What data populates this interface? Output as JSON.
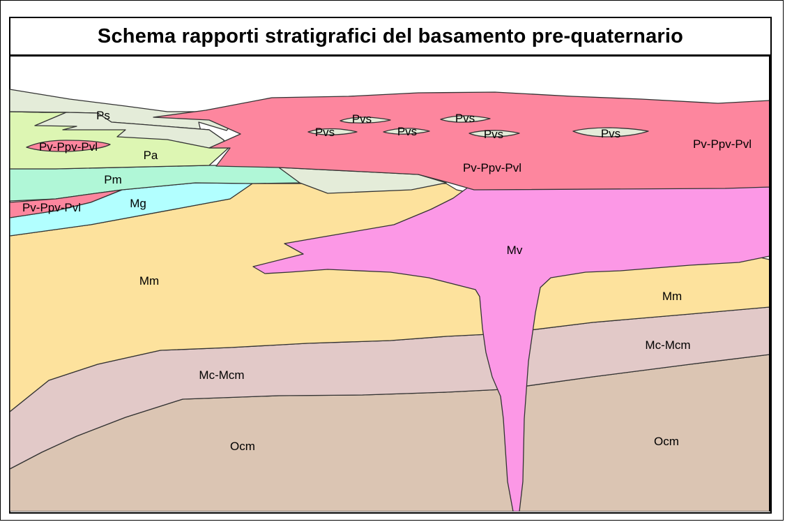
{
  "title": "Schema rapporti stratigrafici del basamento pre-quaternario",
  "colors": {
    "Ocm": "#dbc5b3",
    "Mc_Mcm": "#e2c9c8",
    "Mm": "#fde29d",
    "Mv": "#fc98e6",
    "Mg": "#b2ffff",
    "Pm": "#b0f7d7",
    "Pa": "#ddf6b3",
    "Ps": "#e4ecd9",
    "Pv_Ppv_Pvl": "#fd869e",
    "Pvs": "#e4ecd9",
    "line": "#333333"
  },
  "units": {
    "Ps": "Ps",
    "Pa": "Pa",
    "Pm": "Pm",
    "Mg": "Mg",
    "Mm": "Mm",
    "Mv": "Mv",
    "Mc_Mcm": "Mc-Mcm",
    "Ocm": "Ocm",
    "Pvs": "Pvs",
    "Pv_Ppv_Pvl": "Pv-Ppv-Pvl"
  }
}
